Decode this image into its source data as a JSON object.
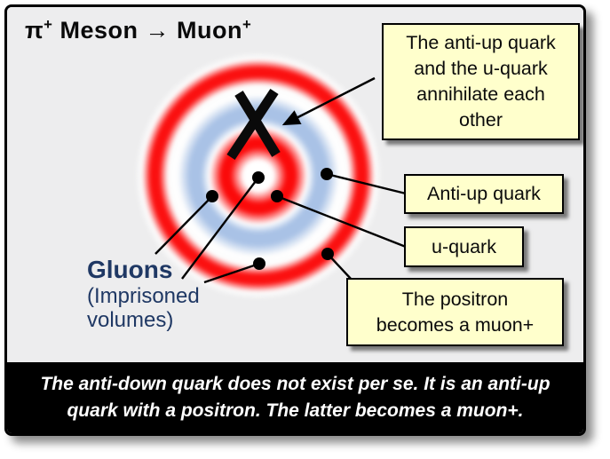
{
  "title": {
    "pi": "π",
    "pi_sup": "+",
    "meson": " Meson ",
    "arrow": "→",
    "muon": " Muon",
    "muon_sup": "+"
  },
  "callouts": {
    "annihilate": "The anti-up quark and the u-quark annihilate each other",
    "anti_up": "Anti-up quark",
    "u_quark": "u-quark",
    "positron": "The positron becomes a muon+"
  },
  "gluons": {
    "label": "Gluons",
    "sublabel": "(Imprisoned volumes)"
  },
  "caption": {
    "text": "The anti-down quark does not exist per se. It is an anti-up quark with a positron. The latter becomes a muon+."
  },
  "colors": {
    "figure_background": "#ededee",
    "callout_background": "#ffffcc",
    "ring_red": "#fb0a0a",
    "ring_blue": "#a9c2e6",
    "gluons_text": "#1f3864",
    "caption_background": "#000000",
    "caption_text": "#ffffff",
    "line_color": "#000000"
  }
}
